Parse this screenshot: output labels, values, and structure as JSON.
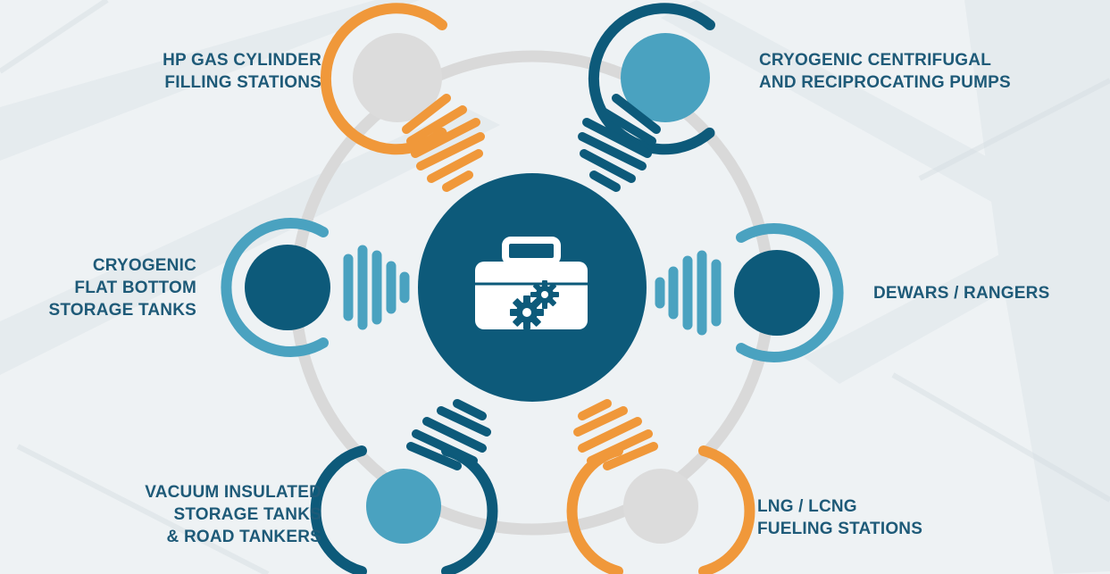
{
  "colors": {
    "orange": "#f0983a",
    "dark_teal": "#0d5a7a",
    "light_teal": "#4aa2c0",
    "light_gray": "#dcdcdc",
    "ring_gray": "#d9d9d9",
    "label_text": "#1e5a78"
  },
  "center": {
    "icon": "toolbox-gears-icon"
  },
  "nodes": [
    {
      "id": "hp",
      "lines": [
        "HP GAS CYLINDER",
        "FILLING STATIONS"
      ]
    },
    {
      "id": "cryo-pumps",
      "lines": [
        "CRYOGENIC CENTRIFUGAL",
        "AND RECIPROCATING PUMPS"
      ]
    },
    {
      "id": "flat",
      "lines": [
        "CRYOGENIC",
        "FLAT BOTTOM",
        "STORAGE TANKS"
      ]
    },
    {
      "id": "dewars",
      "lines": [
        "DEWARS / RANGERS"
      ]
    },
    {
      "id": "vacuum",
      "lines": [
        "VACUUM INSULATED",
        "STORAGE TANKS",
        "& ROAD TANKERS"
      ]
    },
    {
      "id": "lng",
      "lines": [
        "LNG / LCNG",
        "FUELING STATIONS"
      ]
    }
  ]
}
